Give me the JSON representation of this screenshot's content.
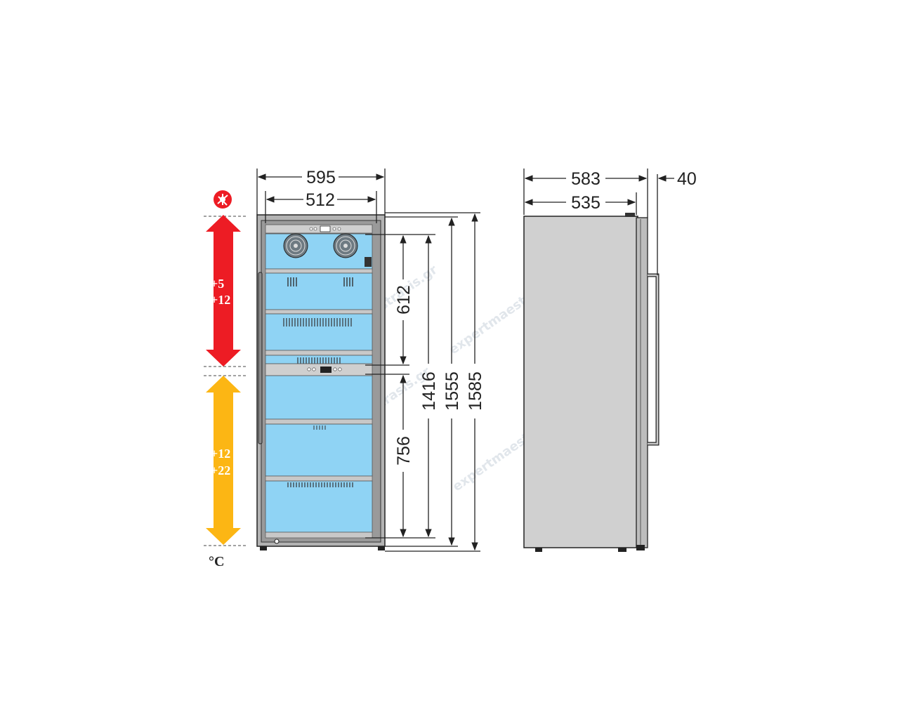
{
  "diagram": {
    "front_view": {
      "outer_width": "595",
      "inner_width": "512"
    },
    "heights": {
      "upper_zone": "612",
      "lower_zone": "756",
      "interior": "1416",
      "cabinet": "1555",
      "total": "1585"
    },
    "side_view": {
      "outer_depth": "583",
      "cabinet_depth": "535",
      "handle_depth": "40"
    },
    "temperature_zones": {
      "upper": {
        "min": "+5",
        "max": "+12",
        "color": "#ed1c24"
      },
      "lower": {
        "min": "+12",
        "max": "+22",
        "color": "#fcb614"
      },
      "unit": "°C",
      "icon": "cooling-zone-icon"
    },
    "colors": {
      "glass": "#8fd3f4",
      "frame": "#b3b3b3",
      "side_panel": "#d0d0d0",
      "line": "#222222"
    },
    "watermark": "expertmaestrasis.gr"
  }
}
